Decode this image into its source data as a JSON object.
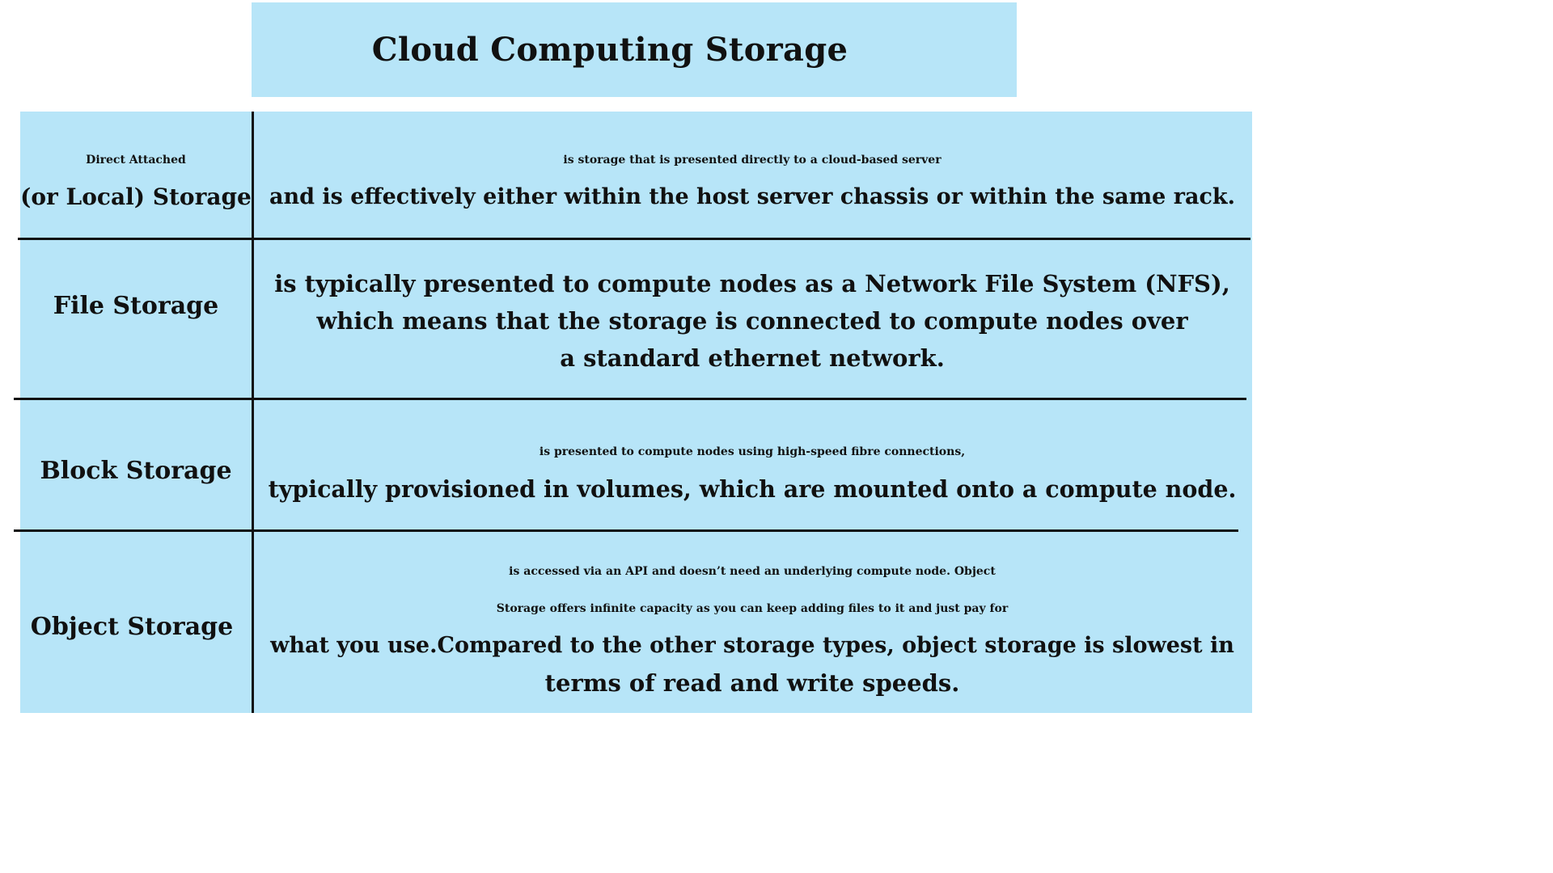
{
  "title": "Cloud Computing Storage",
  "rows": [
    {
      "term_lines": [
        "Direct Attached",
        "(or Local) Storage"
      ],
      "desc_lines": [
        "is storage that is presented directly to a cloud-based server",
        "and is effectively either within the host server chassis or within the same rack."
      ]
    },
    {
      "term_lines": [
        "File Storage"
      ],
      "desc_lines": [
        "is typically presented to compute nodes as a Network File System (NFS),",
        "which means that the storage is connected to compute nodes over",
        "a standard ethernet network."
      ]
    },
    {
      "term_lines": [
        "Block Storage"
      ],
      "desc_lines": [
        "is presented to compute nodes using high-speed fibre connections,",
        "typically provisioned in volumes, which are mounted onto a compute node."
      ]
    },
    {
      "term_lines": [
        "Object Storage"
      ],
      "desc_lines": [
        "is accessed via an API and doesn’t need an underlying compute node. Object",
        "Storage offers infinite capacity as you can keep adding files to it and just pay for",
        "what you use.Compared to the other storage types, object storage is slowest in",
        "terms of read and write speeds."
      ]
    }
  ],
  "colors": {
    "fill": "#b7e5f8",
    "lines": "#111111"
  }
}
